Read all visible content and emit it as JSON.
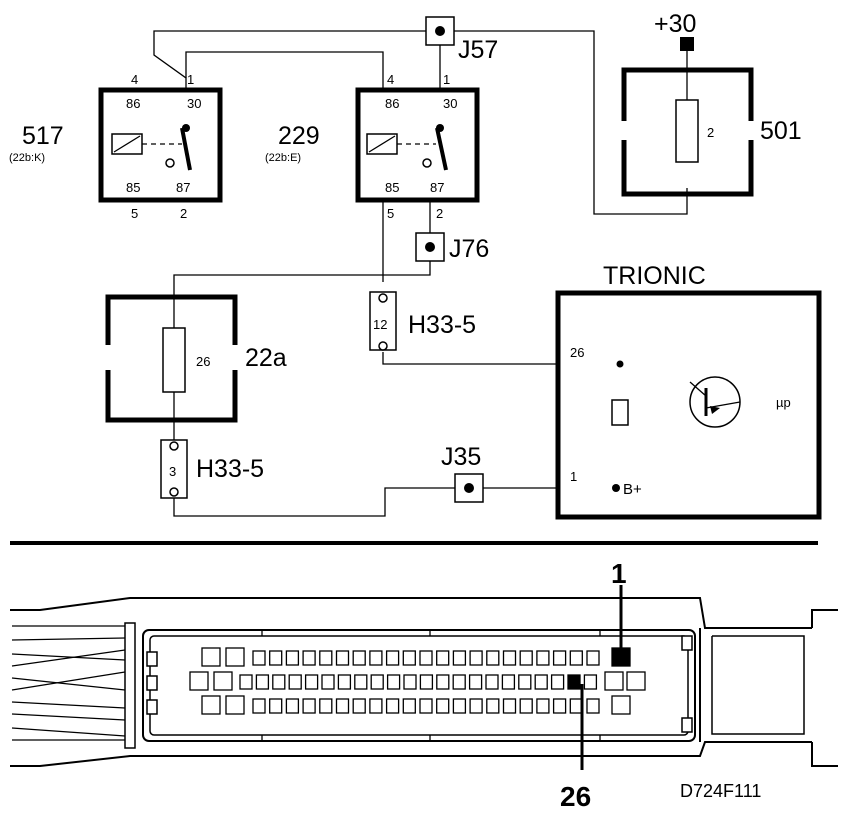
{
  "diagram": {
    "relays": [
      {
        "id": "517",
        "sub": "(22b:K)",
        "pins": {
          "p86": "86",
          "p30": "30",
          "p85": "85",
          "p87": "87"
        },
        "wires": {
          "w4": "4",
          "w1": "1",
          "w5": "5",
          "w2": "2"
        }
      },
      {
        "id": "229",
        "sub": "(22b:E)",
        "pins": {
          "p86": "86",
          "p30": "30",
          "p85": "85",
          "p87": "87"
        },
        "wires": {
          "w4": "4",
          "w1": "1",
          "w5": "5",
          "w2": "2"
        }
      }
    ],
    "junctions": {
      "j57": "J57",
      "j76": "J76",
      "j35": "J35"
    },
    "fuse501": {
      "label": "501",
      "number": "2",
      "supply": "+30"
    },
    "fuse22a": {
      "label": "22a",
      "number": "26"
    },
    "connector_top": {
      "label": "H33-5",
      "pin": "12"
    },
    "connector_bottom": {
      "label": "H33-5",
      "pin": "3"
    },
    "ecu": {
      "title": "TRIONIC",
      "pin26": "26",
      "pin1": "1",
      "bplus": "B+",
      "mu": "µp"
    }
  },
  "connector_view": {
    "pin1_label": "1",
    "pin26_label": "26"
  },
  "figure_code": "D724F111"
}
